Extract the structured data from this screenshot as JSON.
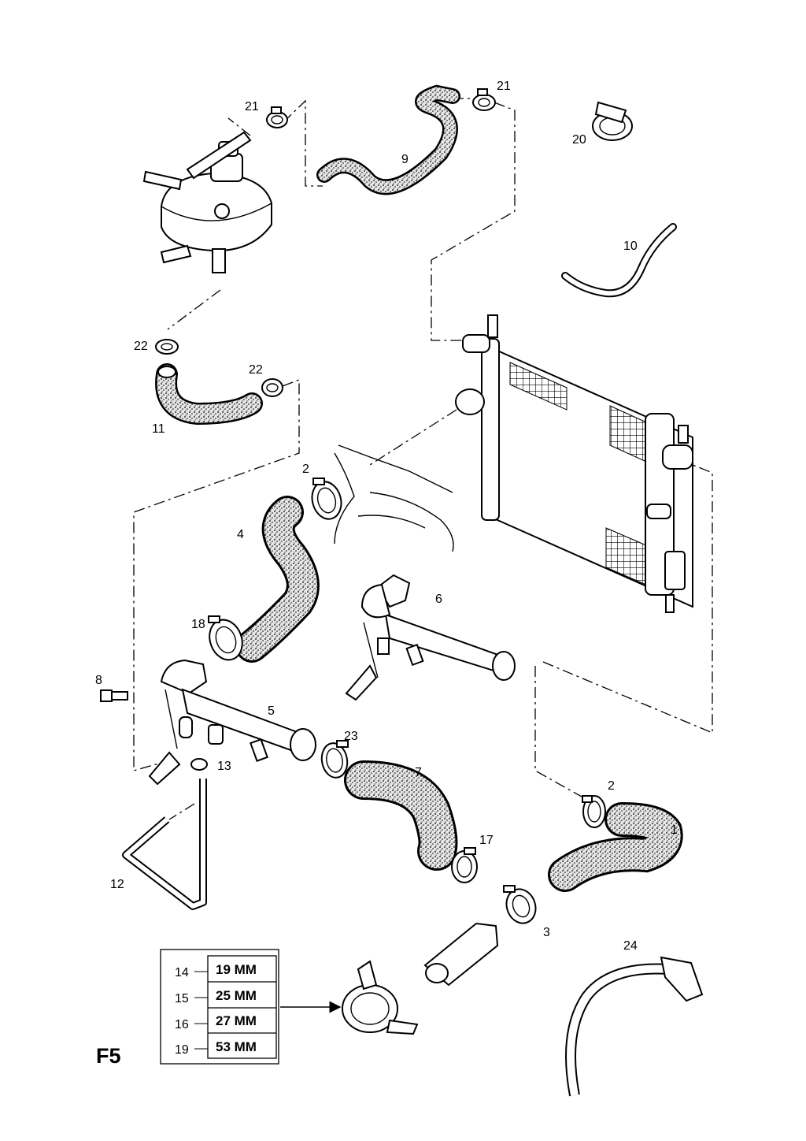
{
  "figure_label": "F5",
  "callouts": {
    "c1": "1",
    "c2a": "2",
    "c2b": "2",
    "c3": "3",
    "c4": "4",
    "c5": "5",
    "c6": "6",
    "c7": "7",
    "c8": "8",
    "c9": "9",
    "c10": "10",
    "c11": "11",
    "c12": "12",
    "c13": "13",
    "c17": "17",
    "c18": "18",
    "c20": "20",
    "c21a": "21",
    "c21b": "21",
    "c22a": "22",
    "c22b": "22",
    "c23": "23",
    "c24": "24"
  },
  "clamp_sizes": [
    {
      "number": "14",
      "size": "19 MM"
    },
    {
      "number": "15",
      "size": "25 MM"
    },
    {
      "number": "16",
      "size": "27 MM"
    },
    {
      "number": "19",
      "size": "53 MM"
    }
  ]
}
